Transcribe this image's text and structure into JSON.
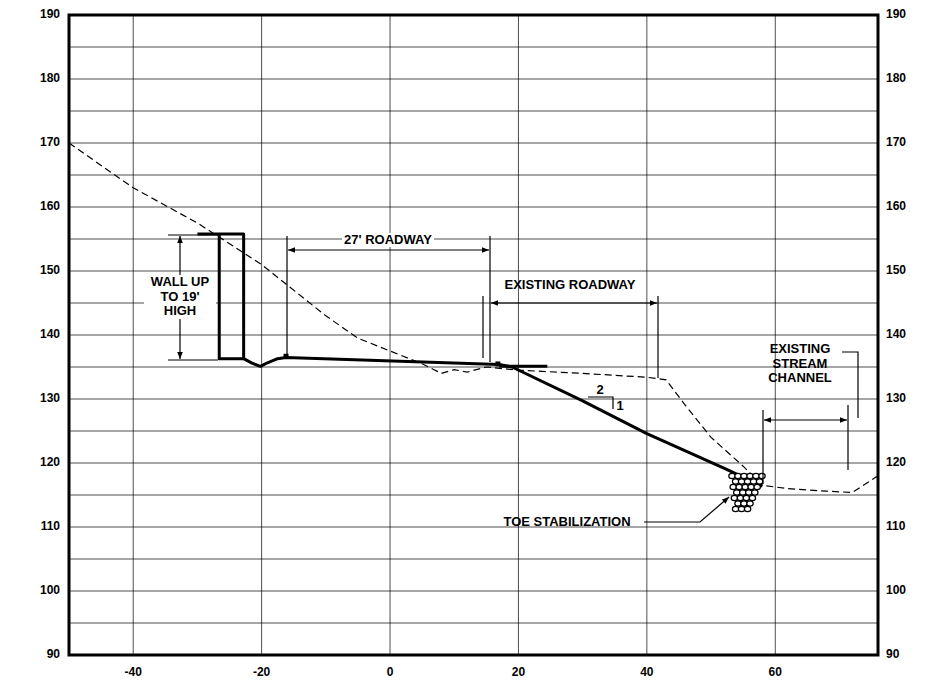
{
  "diagram": {
    "labels": [
      "190",
      "180",
      "170",
      "160",
      "150",
      "140",
      "130",
      "120",
      "110",
      "100",
      "90",
      "190",
      "180",
      "170",
      "160",
      "150",
      "140",
      "130",
      "120",
      "110",
      "100",
      "90",
      "-40",
      "-20",
      "0",
      "20",
      "40",
      "60",
      "WALL UP TO 19' HIGH",
      "27' ROADWAY",
      "EXISTING ROADWAY",
      "EXISTING STREAM CHANNEL",
      "2",
      "1",
      "TOE STABILIZATION"
    ]
  }
}
